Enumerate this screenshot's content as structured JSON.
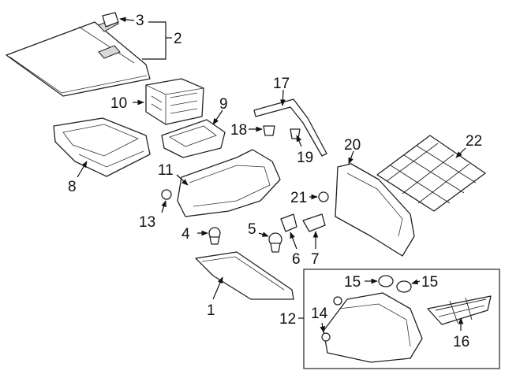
{
  "diagram": {
    "callouts": [
      "1",
      "2",
      "3",
      "4",
      "5",
      "6",
      "7",
      "8",
      "9",
      "10",
      "11",
      "12",
      "13",
      "14",
      "15",
      "15",
      "16",
      "17",
      "18",
      "19",
      "20",
      "21",
      "22"
    ]
  }
}
